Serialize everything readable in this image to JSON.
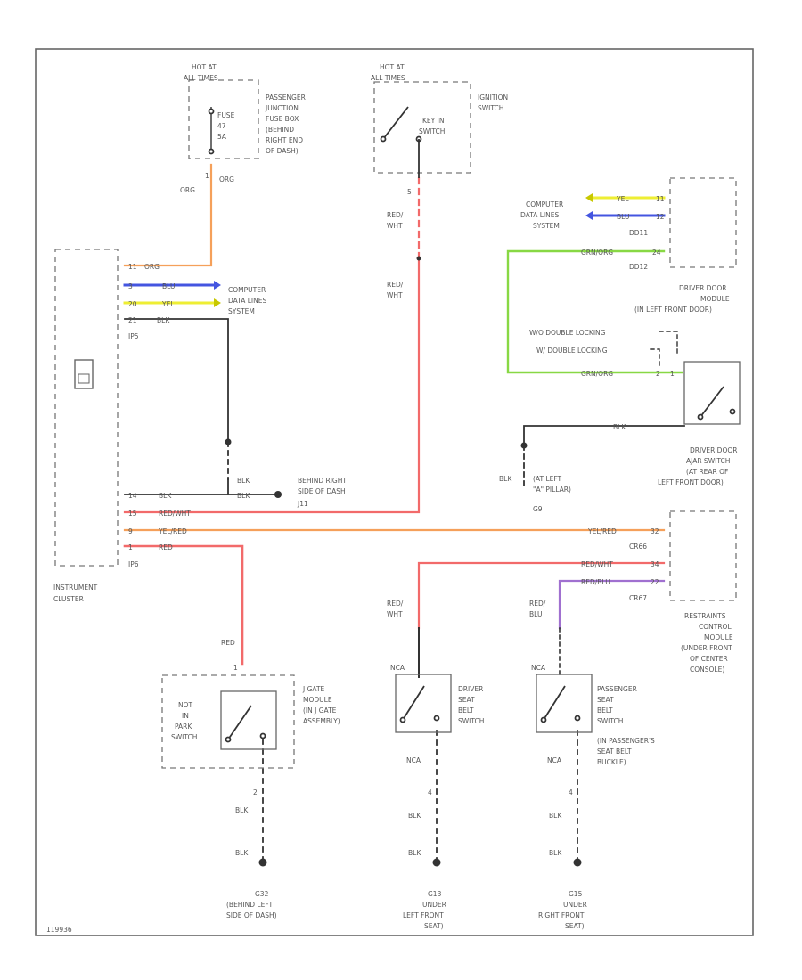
{
  "fuse": {
    "hot": [
      "HOT AT",
      "ALL TIMES"
    ],
    "label": [
      "FUSE",
      "47",
      "5A"
    ],
    "box": [
      "PASSENGER",
      "JUNCTION",
      "FUSE BOX",
      "(BEHIND",
      "RIGHT END",
      "OF DASH)"
    ],
    "pin": "1",
    "wire_left": "ORG",
    "wire_right": "ORG"
  },
  "ignition": {
    "hot": [
      "HOT AT",
      "ALL TIMES"
    ],
    "name": [
      "IGNITION",
      "SWITCH"
    ],
    "contact": [
      "KEY IN",
      "SWITCH"
    ],
    "pin": "5",
    "wire1": [
      "RED/",
      "WHT"
    ],
    "wire2": [
      "RED/",
      "WHT"
    ]
  },
  "cluster": {
    "name": [
      "INSTRUMENT",
      "CLUSTER"
    ],
    "conn1": "IP5",
    "conn2": "IP6",
    "p11": "11",
    "p3": "3",
    "p20": "20",
    "p21": "21",
    "p14": "14",
    "p15": "15",
    "p9": "9",
    "p1": "1",
    "w_org": "ORG",
    "w_blu": "BLU",
    "w_yel": "YEL",
    "w_blk": "BLK",
    "w_blk2": "BLK",
    "w_redwht": "RED/WHT",
    "w_yelred": "YEL/RED",
    "w_red": "RED"
  },
  "cdl_left": [
    "COMPUTER",
    "DATA LINES",
    "SYSTEM"
  ],
  "cdl_right": [
    "COMPUTER",
    "DATA LINES",
    "SYSTEM"
  ],
  "ground_splice": {
    "blk1": "BLK",
    "blk2": "BLK",
    "label": [
      "BEHIND RIGHT",
      "SIDE OF DASH"
    ],
    "id": "J11"
  },
  "driver_door_module": {
    "name": [
      "DRIVER DOOR",
      "MODULE",
      "(IN LEFT FRONT DOOR)"
    ],
    "d11": "DD11",
    "d12": "DD12",
    "yel": "YEL",
    "blu": "BLU",
    "p11": "11",
    "p12": "12",
    "grn_org": "GRN/ORG",
    "p24": "24",
    "wo_double": "W/O DOUBLE LOCKING",
    "w_double": "W/ DOUBLE LOCKING",
    "grn_org2": "GRN/ORG",
    "p2": "2",
    "p1": "1"
  },
  "ajar_switch": {
    "name": [
      "DRIVER DOOR",
      "AJAR SWITCH",
      "(AT REAR OF",
      "LEFT FRONT DOOR)"
    ],
    "blk": "BLK",
    "ground_blk": "BLK",
    "ground_label": [
      "(AT LEFT",
      "\"A\" PILLAR)"
    ],
    "ground_id": "G9"
  },
  "rcm": {
    "name": [
      "RESTRAINTS",
      "CONTROL",
      "MODULE",
      "(UNDER FRONT",
      "OF CENTER",
      "CONSOLE)"
    ],
    "conn1": "CR66",
    "conn2": "CR67",
    "p32": "32",
    "p34": "34",
    "p22": "22",
    "w_yelred": "YEL/RED",
    "w_redwht": "RED/WHT",
    "w_redblu": "RED/BLU"
  },
  "gate_switch": {
    "hot": [
      "NOT",
      "IN",
      "PARK",
      "SWITCH"
    ],
    "name": [
      "J GATE",
      "MODULE",
      "(IN J GATE",
      "ASSEMBLY)"
    ],
    "wire_in": "RED",
    "pin_in": "1",
    "pin_out": "2",
    "wire_out": "BLK",
    "ground_wire": "BLK",
    "ground": [
      "G32",
      "(BEHIND LEFT",
      "SIDE OF DASH)"
    ]
  },
  "driver_belt": {
    "name": [
      "DRIVER",
      "SEAT",
      "BELT",
      "SWITCH"
    ],
    "wire_top": [
      "RED/",
      "WHT"
    ],
    "wire_nca": "NCA",
    "wire_nca2": "NCA",
    "pin": "4",
    "wire_out": "BLK",
    "ground_wire": "BLK",
    "ground": [
      "G13",
      "UNDER",
      "LEFT FRONT",
      "SEAT)"
    ]
  },
  "pass_belt": {
    "name": [
      "PASSENGER",
      "SEAT",
      "BELT",
      "SWITCH",
      "(IN PASSENGER'S",
      "SEAT BELT",
      "BUCKLE)"
    ],
    "wire_top": [
      "RED/",
      "BLU"
    ],
    "wire_nca": "NCA",
    "wire_nca2": "NCA",
    "pin": "4",
    "wire_out": "BLK",
    "ground_wire": "BLK",
    "ground": [
      "G15",
      "UNDER",
      "RIGHT FRONT",
      "SEAT)"
    ]
  },
  "corner_id": "119936",
  "colors": {
    "frame": "#666666",
    "orange": "#f5a05a",
    "red": "#f26a6a",
    "blue": "#4455e0",
    "yellow": "#eeee33",
    "green": "#88d844",
    "purple": "#a070d0",
    "black": "#333333"
  }
}
